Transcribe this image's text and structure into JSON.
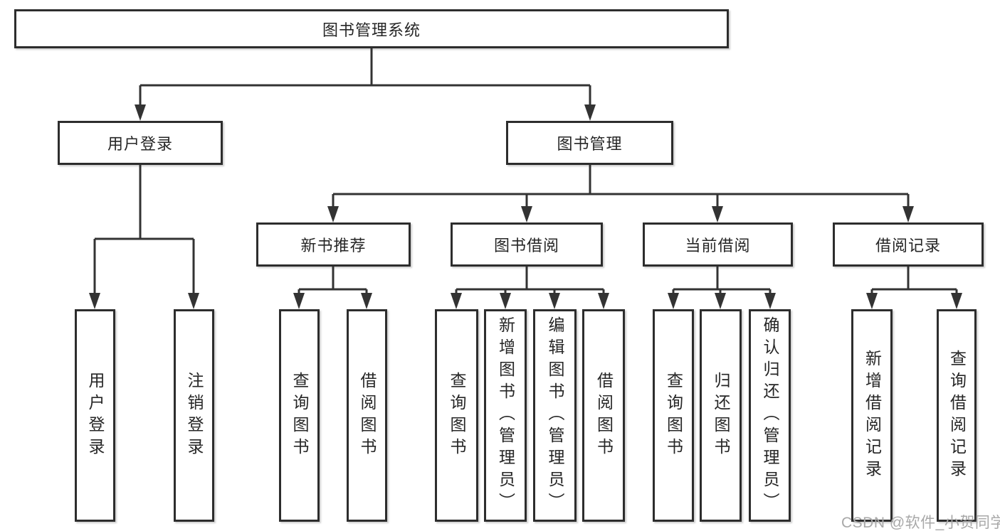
{
  "diagram": {
    "root": {
      "label": "图书管理系统"
    },
    "user_login": {
      "label": "用户登录",
      "children": [
        "用户登录",
        "注销登录"
      ]
    },
    "book_management": {
      "label": "图书管理",
      "new_book_recommend": {
        "label": "新书推荐",
        "children": [
          "查询图书",
          "借阅图书"
        ]
      },
      "book_borrowing": {
        "label": "图书借阅",
        "children": [
          "查询图书",
          "新增图书（管理员）",
          "编辑图书（管理员）",
          "借阅图书"
        ]
      },
      "current_borrowing": {
        "label": "当前借阅",
        "children": [
          "查询图书",
          "归还图书",
          "确认归还（管理员）"
        ]
      },
      "borrowing_records": {
        "label": "借阅记录",
        "children": [
          "新增借阅记录",
          "查询借阅记录"
        ]
      }
    }
  },
  "watermark": {
    "text": "CSDN @软件_小贺同学"
  },
  "colors": {
    "background": "#ffffff",
    "box_border": "#2d2d2d",
    "line": "#333333",
    "text": "#262626",
    "watermark": "#a8a8a8"
  }
}
